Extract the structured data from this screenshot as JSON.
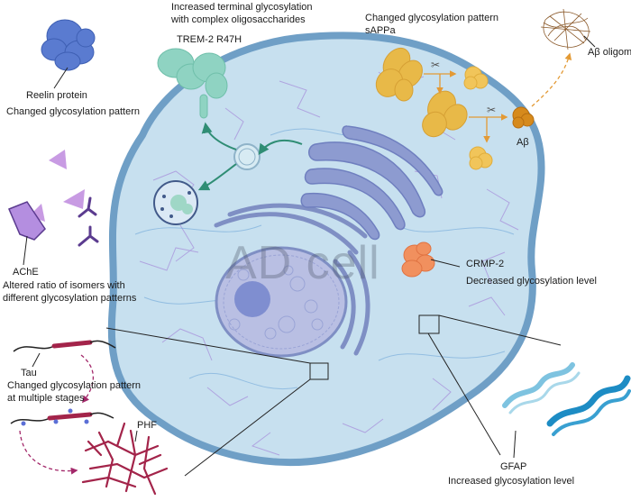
{
  "cell_title": "AD cell",
  "labels": {
    "reelin_title": "Reelin protein",
    "reelin_desc": "Changed glycosylation pattern",
    "trem_desc1": "Increased terminal glycosylation",
    "trem_desc2": "with complex oligosaccharides",
    "trem_title": "TREM-2 R47H",
    "sappa_desc": "Changed glycosylation pattern",
    "sappa_title": "sAPPa",
    "abeta_oligomer": "Aβ oligomer",
    "abeta": "Aβ",
    "crmp_title": "CRMP-2",
    "crmp_desc": "Decreased glycosylation level",
    "ache_title": "AChE",
    "ache_desc1": "Altered ratio of  isomers with",
    "ache_desc2": "different glycosylation patterns",
    "tau_title": "Tau",
    "tau_desc1": "Changed glycosylation pattern",
    "tau_desc2": "at multiple stages",
    "phf": "PHF",
    "gfap_title": "GFAP",
    "gfap_desc": "Increased glycosylation level"
  },
  "colors": {
    "cell_fill": "#c7e0ef",
    "cell_border": "#6f9fc6",
    "nucleus": "#b9bfe3",
    "golgi_er": "#7f8fc4",
    "protein_orange": "#e8b948",
    "protein_teal": "#8fd3c2",
    "protein_blue": "#5a7bd0",
    "tangle": "#a3244a",
    "triangle": "#c89be3",
    "gfap": "#39a0d1"
  }
}
